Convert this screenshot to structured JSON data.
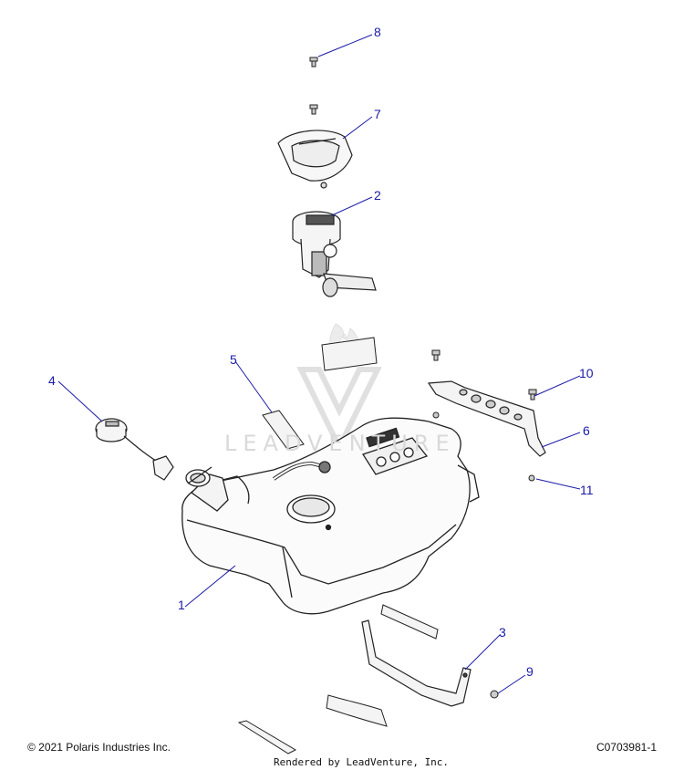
{
  "diagram": {
    "callouts": [
      {
        "id": "1",
        "label": "1"
      },
      {
        "id": "2",
        "label": "2"
      },
      {
        "id": "3",
        "label": "3"
      },
      {
        "id": "4",
        "label": "4"
      },
      {
        "id": "5",
        "label": "5"
      },
      {
        "id": "6",
        "label": "6"
      },
      {
        "id": "7",
        "label": "7"
      },
      {
        "id": "8",
        "label": "8"
      },
      {
        "id": "9",
        "label": "9"
      },
      {
        "id": "10",
        "label": "10"
      },
      {
        "id": "11",
        "label": "11"
      }
    ],
    "callout_color": "#1a1aa8",
    "watermark": "LEADVENTURE"
  },
  "footer": {
    "copyright": "© 2021 Polaris Industries Inc.",
    "diagram_code": "C0703981-1",
    "rendered_by": "Rendered by LeadVenture, Inc."
  }
}
